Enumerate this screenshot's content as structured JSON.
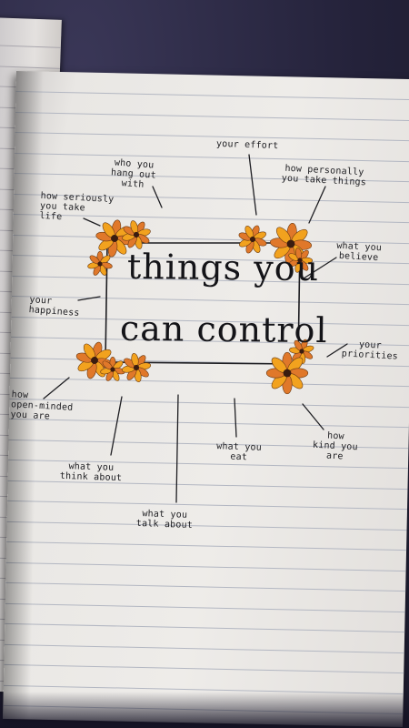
{
  "title": {
    "line1": "things you",
    "line2": "can control"
  },
  "labels": {
    "your_effort": "your effort",
    "who_you_hang_out_with": "who you\nhang out\nwith",
    "how_personally": "how personally\nyou take things",
    "how_seriously": "how seriously\nyou take\nlife",
    "what_you_believe": "what you\nbelieve",
    "your_happiness": "your\nhappiness",
    "your_priorities": "your\npriorities",
    "how_open_minded": "how\nopen-minded\nyou are",
    "what_you_think_about": "what you\nthink about",
    "what_you_eat": "what you\neat",
    "how_kind_you_are": "how\nkind you\nare",
    "what_you_talk_about": "what you\ntalk about"
  },
  "colors": {
    "petal": "#f2a21e",
    "petal_dark": "#e0782a",
    "center": "#3a1c10",
    "ink": "#1e1e22",
    "paper": "#eeece9",
    "fabric": "#2c2a44"
  }
}
